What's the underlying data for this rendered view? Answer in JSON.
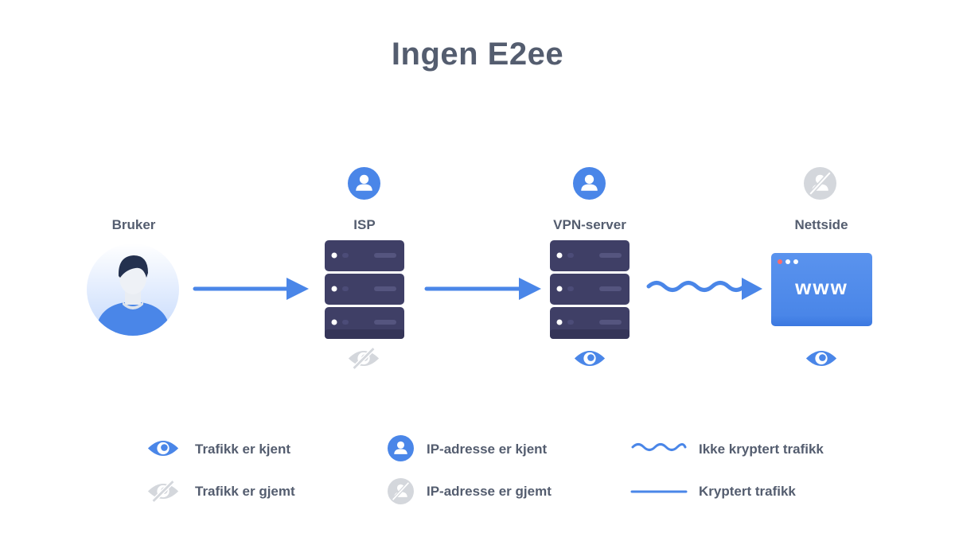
{
  "title": "Ingen E2ee",
  "nodes": {
    "user": {
      "label": "Bruker"
    },
    "isp": {
      "label": "ISP"
    },
    "vpn": {
      "label": "VPN-server"
    },
    "website": {
      "label": "Nettside",
      "screen_text": "www"
    }
  },
  "legend": {
    "traffic_known": "Trafikk er kjent",
    "traffic_hidden": "Trafikk er gjemt",
    "ip_known": "IP-adresse er kjent",
    "ip_hidden": "IP-adresse er gjemt",
    "unencrypted": "Ikke kryptert trafikk",
    "encrypted": "Kryptert trafikk"
  },
  "colors": {
    "blue": "#4a86e8",
    "gray": "#d4d7dc",
    "server": "#3f3f66",
    "text": "#545d6f"
  }
}
